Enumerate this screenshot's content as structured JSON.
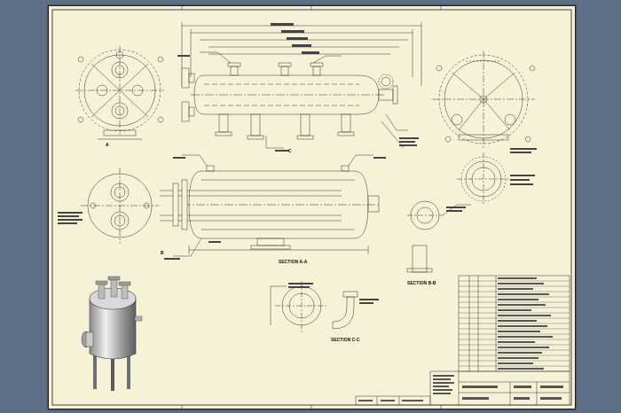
{
  "sheet": {
    "views": {
      "section_aa": "SECTION A-A",
      "section_bb": "SECTION B-B",
      "section_cc": "SECTION C-C"
    },
    "view_tags": {
      "a": "A",
      "b": "B",
      "c": "C"
    }
  },
  "colors": {
    "viewer_background": "#5f6f87",
    "sheet_background": "#f5f2d8",
    "line": "#1b1b1b"
  }
}
